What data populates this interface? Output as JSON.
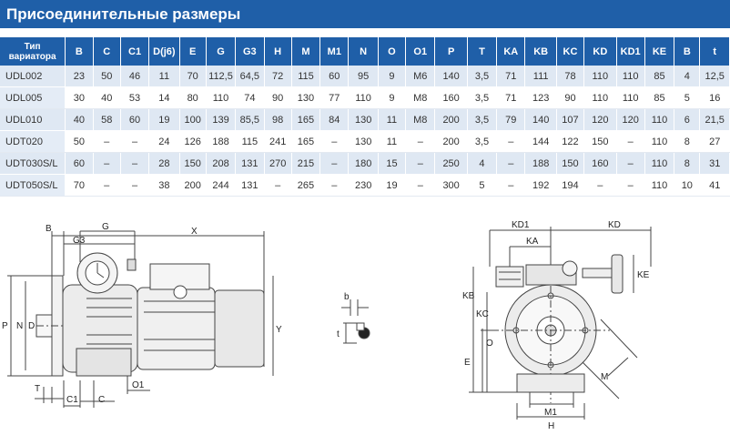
{
  "title": "Присоединительные размеры",
  "table": {
    "first_header": [
      "Тип",
      "вариатора"
    ],
    "headers": [
      "B",
      "C",
      "C1",
      "D(j6)",
      "E",
      "G",
      "G3",
      "H",
      "M",
      "M1",
      "N",
      "O",
      "O1",
      "P",
      "T",
      "KA",
      "KB",
      "KC",
      "KD",
      "KD1",
      "KE",
      "B",
      "t"
    ],
    "rows": [
      {
        "model": "UDL002",
        "cells": [
          "23",
          "50",
          "46",
          "11",
          "70",
          "112,5",
          "64,5",
          "72",
          "115",
          "60",
          "95",
          "9",
          "M6",
          "140",
          "3,5",
          "71",
          "111",
          "78",
          "110",
          "110",
          "85",
          "4",
          "12,5"
        ]
      },
      {
        "model": "UDL005",
        "cells": [
          "30",
          "40",
          "53",
          "14",
          "80",
          "110",
          "74",
          "90",
          "130",
          "77",
          "110",
          "9",
          "M8",
          "160",
          "3,5",
          "71",
          "123",
          "90",
          "110",
          "110",
          "85",
          "5",
          "16"
        ]
      },
      {
        "model": "UDL010",
        "cells": [
          "40",
          "58",
          "60",
          "19",
          "100",
          "139",
          "85,5",
          "98",
          "165",
          "84",
          "130",
          "11",
          "M8",
          "200",
          "3,5",
          "79",
          "140",
          "107",
          "120",
          "120",
          "110",
          "6",
          "21,5"
        ]
      },
      {
        "model": "UDT020",
        "cells": [
          "50",
          "–",
          "–",
          "24",
          "126",
          "188",
          "115",
          "241",
          "165",
          "–",
          "130",
          "11",
          "–",
          "200",
          "3,5",
          "–",
          "144",
          "122",
          "150",
          "–",
          "110",
          "8",
          "27"
        ]
      },
      {
        "model": "UDT030S/L",
        "cells": [
          "60",
          "–",
          "–",
          "28",
          "150",
          "208",
          "131",
          "270",
          "215",
          "–",
          "180",
          "15",
          "–",
          "250",
          "4",
          "–",
          "188",
          "150",
          "160",
          "–",
          "110",
          "8",
          "31"
        ]
      },
      {
        "model": "UDT050S/L",
        "cells": [
          "70",
          "–",
          "–",
          "38",
          "200",
          "244",
          "131",
          "–",
          "265",
          "–",
          "230",
          "19",
          "–",
          "300",
          "5",
          "–",
          "192",
          "194",
          "–",
          "–",
          "110",
          "10",
          "41"
        ]
      }
    ]
  },
  "drawing_left": {
    "labels": {
      "B": "B",
      "G": "G",
      "G3": "G3",
      "X": "X",
      "P": "P",
      "N": "N",
      "D": "D",
      "Y": "Y",
      "T": "T",
      "C1": "C1",
      "C": "C",
      "O1": "O1"
    }
  },
  "drawing_key": {
    "b": "b",
    "t": "t"
  },
  "drawing_right": {
    "labels": {
      "KD1": "KD1",
      "KD": "KD",
      "KA": "KA",
      "KE": "KE",
      "KB": "KB",
      "KC": "KC",
      "O": "O",
      "E": "E",
      "M": "M",
      "M1": "M1",
      "H": "H"
    }
  }
}
